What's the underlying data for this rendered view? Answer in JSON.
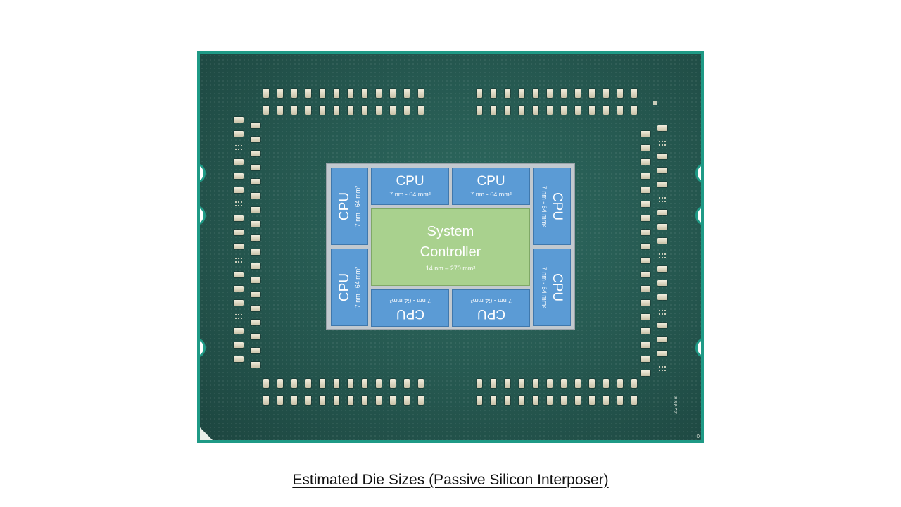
{
  "caption": "Estimated Die Sizes (Passive Silicon Interposer)",
  "package_marking": "22088",
  "package_corner_mark": "D",
  "system_controller": {
    "line1": "System",
    "line2": "Controller",
    "size": "14 nm – 270 mm²"
  },
  "cpu_dies": [
    {
      "label": "CPU",
      "size": "7 nm - 64 mm²"
    },
    {
      "label": "CPU",
      "size": "7 nm - 64 mm²"
    },
    {
      "label": "CPU",
      "size": "7 nm - 64 mm²"
    },
    {
      "label": "CPU",
      "size": "7 nm - 64 mm²"
    },
    {
      "label": "CPU",
      "size": "7 nm - 64 mm²"
    },
    {
      "label": "CPU",
      "size": "7 nm - 64 mm²"
    },
    {
      "label": "CPU",
      "size": "7 nm - 64 mm²"
    },
    {
      "label": "CPU",
      "size": "7 nm - 64 mm²"
    }
  ],
  "colors": {
    "cpu_die": "#5b9bd5",
    "system_controller": "#a9d18e",
    "interposer": "#c2c9cf",
    "package_border": "#1f9a86",
    "package_substrate": "#25574f"
  }
}
